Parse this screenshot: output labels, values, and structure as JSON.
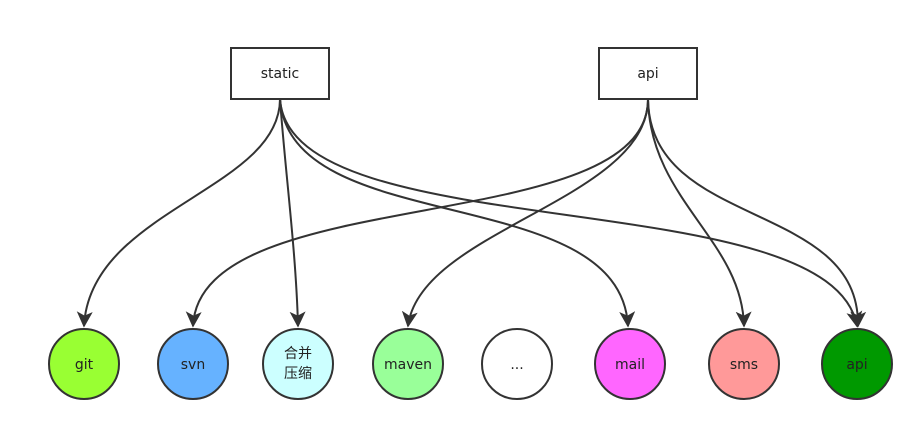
{
  "sources": [
    {
      "id": "static",
      "label": "static"
    },
    {
      "id": "api_src",
      "label": "api"
    }
  ],
  "targets": [
    {
      "id": "git",
      "label": "git",
      "color": "#99ff33"
    },
    {
      "id": "svn",
      "label": "svn",
      "color": "#66b2ff"
    },
    {
      "id": "merge",
      "label_line1": "合并",
      "label_line2": "压缩",
      "color": "#ccffff"
    },
    {
      "id": "maven",
      "label": "maven",
      "color": "#99ff99"
    },
    {
      "id": "etc",
      "label": "...",
      "color": "#ffffff"
    },
    {
      "id": "mail",
      "label": "mail",
      "color": "#ff66ff"
    },
    {
      "id": "sms",
      "label": "sms",
      "color": "#ff9999"
    },
    {
      "id": "api_tgt",
      "label": "api",
      "color": "#009900"
    }
  ],
  "edges": [
    {
      "from": "static",
      "to": "git"
    },
    {
      "from": "static",
      "to": "merge"
    },
    {
      "from": "static",
      "to": "mail"
    },
    {
      "from": "static",
      "to": "api_tgt"
    },
    {
      "from": "api_src",
      "to": "svn"
    },
    {
      "from": "api_src",
      "to": "maven"
    },
    {
      "from": "api_src",
      "to": "sms"
    },
    {
      "from": "api_src",
      "to": "api_tgt"
    }
  ],
  "colors": {
    "stroke": "#333333",
    "box_fill": "#ffffff"
  }
}
